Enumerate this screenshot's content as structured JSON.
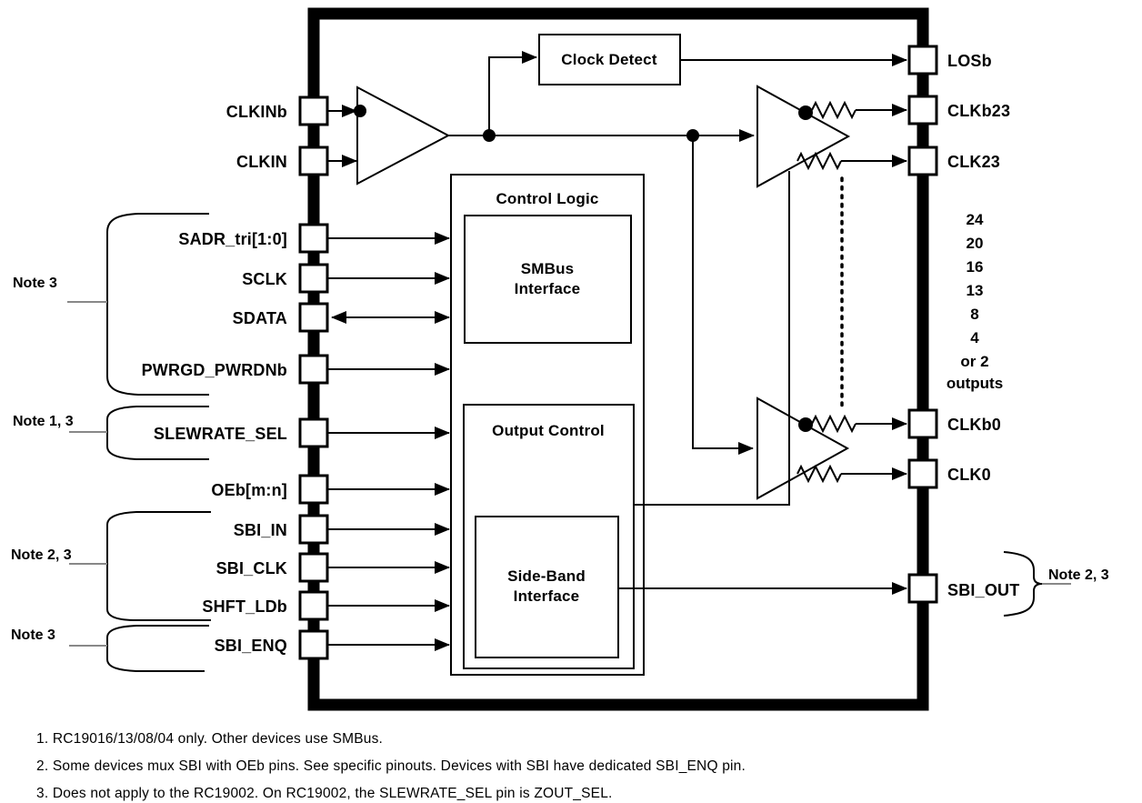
{
  "diagram": {
    "left_pins": [
      "CLKINb",
      "CLKIN",
      "SADR_tri[1:0]",
      "SCLK",
      "SDATA",
      "PWRGD_PWRDNb",
      "SLEWRATE_SEL",
      "OEb[m:n]",
      "SBI_IN",
      "SBI_CLK",
      "SHFT_LDb",
      "SBI_ENQ"
    ],
    "right_pins": [
      "LOSb",
      "CLKb23",
      "CLK23",
      "CLKb0",
      "CLK0",
      "SBI_OUT"
    ],
    "blocks": {
      "clock_detect": "Clock Detect",
      "control_logic": "Control Logic",
      "smbus_line1": "SMBus",
      "smbus_line2": "Interface",
      "output_control": "Output Control",
      "sideband_line1": "Side-Band",
      "sideband_line2": "Interface"
    },
    "outputs_column": [
      "24",
      "20",
      "16",
      "13",
      "8",
      "4",
      "or 2",
      "outputs"
    ],
    "notes": {
      "smbus_group": "Note 3",
      "slewrate_group": "Note 1, 3",
      "sbi_group": "Note 2, 3",
      "sbi_enq_group": "Note 3",
      "sbi_out_group": "Note 2, 3"
    },
    "footnotes": [
      "1. RC19016/13/08/04 only. Other devices use SMBus.",
      "2. Some devices mux SBI with OEb pins. See specific pinouts. Devices with SBI have dedicated SBI_ENQ pin.",
      "3. Does not apply to the RC19002. On RC19002, the SLEWRATE_SEL pin is ZOUT_SEL."
    ]
  }
}
